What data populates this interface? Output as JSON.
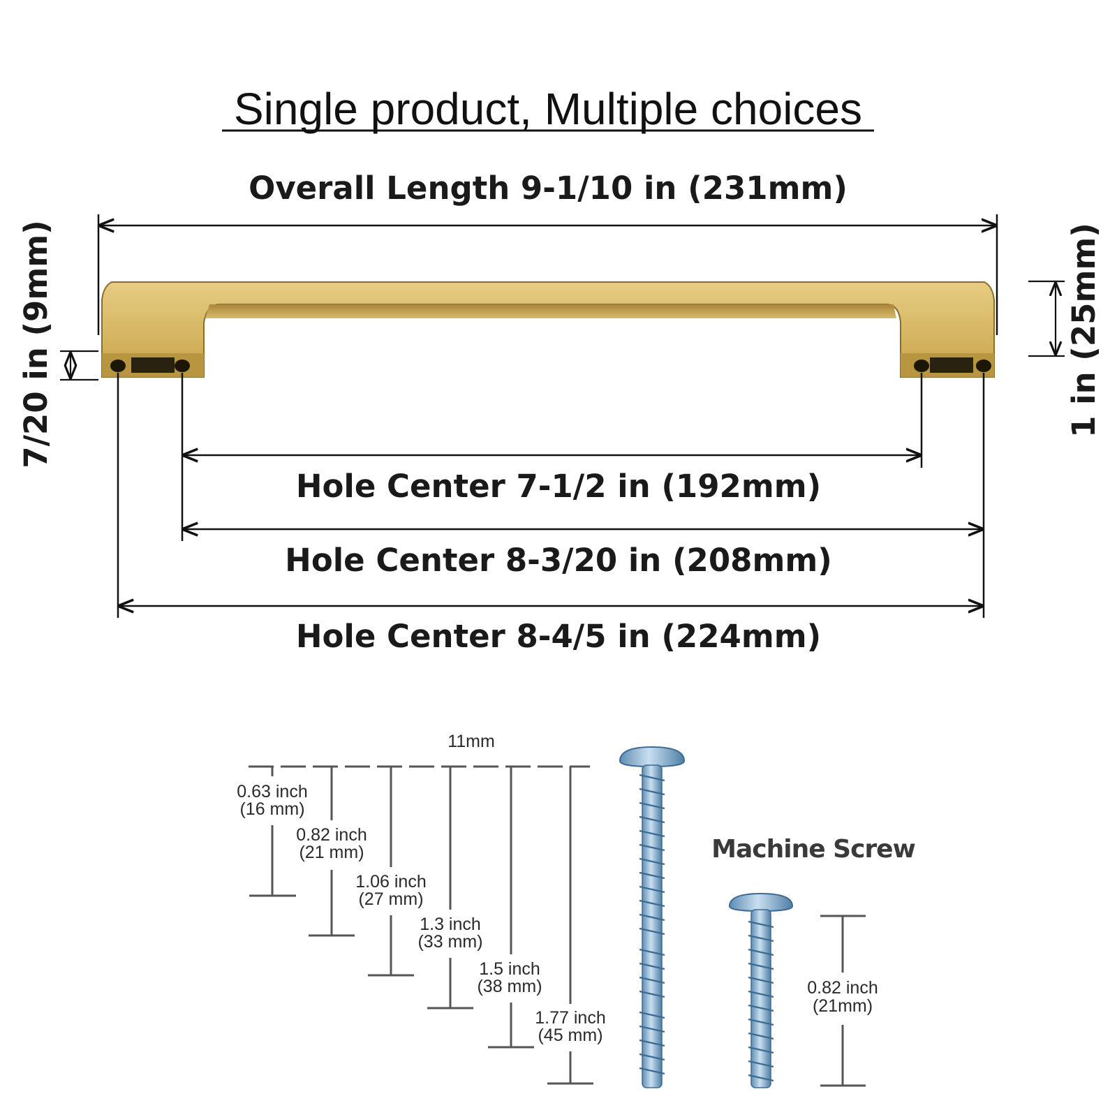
{
  "title": "Single product, Multiple choices",
  "handle": {
    "overall_length": "Overall Length 9-1/10 in (231mm)",
    "base_height": "7/20 in (9mm)",
    "total_height": "1 in (25mm)",
    "hole_center_192": "Hole Center 7-1/2 in (192mm)",
    "hole_center_208": "Hole Center 8-3/20 in (208mm)",
    "hole_center_224": "Hole Center 8-4/5 in (224mm)",
    "color_gold": "#c9a84e"
  },
  "screws": {
    "top_label": "11mm",
    "title": "Machine Screw",
    "lengths": [
      {
        "inch": "0.63 inch",
        "mm": "(16 mm)"
      },
      {
        "inch": "0.82 inch",
        "mm": "(21 mm)"
      },
      {
        "inch": "1.06 inch",
        "mm": "(27 mm)"
      },
      {
        "inch": "1.3 inch",
        "mm": "(33 mm)"
      },
      {
        "inch": "1.5 inch",
        "mm": "(38 mm)"
      },
      {
        "inch": "1.77 inch",
        "mm": "(45 mm)"
      }
    ],
    "short_screw": {
      "inch": "0.82 inch",
      "mm": "(21mm)"
    },
    "color_steel": "#7fa9c9"
  }
}
